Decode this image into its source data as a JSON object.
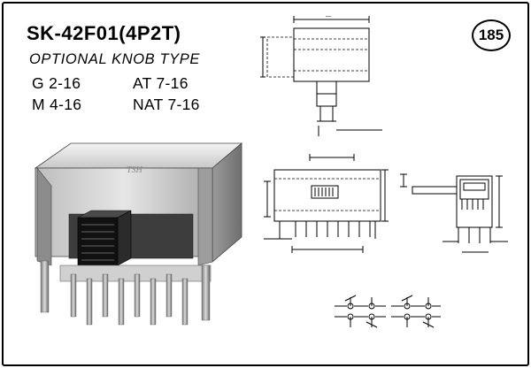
{
  "part_number": "SK-42F01(4P2T)",
  "subtitle": "OPTIONAL KNOB TYPE",
  "page_number": "185",
  "knob_options": [
    {
      "label": "G 2-16"
    },
    {
      "label": "AT 7-16"
    },
    {
      "label": "M 4-16"
    },
    {
      "label": "NAT 7-16"
    }
  ],
  "product_photo": {
    "brand_mark": "TSH"
  }
}
